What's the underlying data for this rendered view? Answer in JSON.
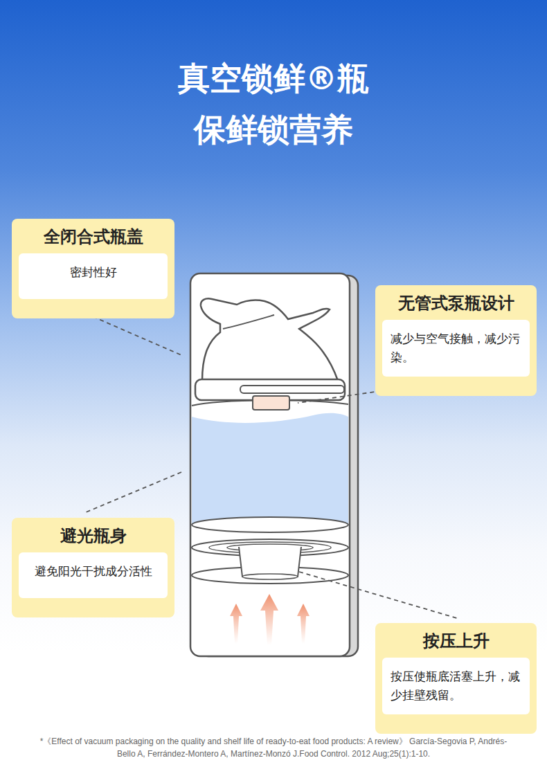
{
  "diagram": {
    "title": "真空锁鲜®瓶 保鲜锁营养",
    "caption": "*《Effect of vacuum packaging on the quality and shelf life of ready-to-eat food products: A review》 García-Segovia P, Andrés-Bello A, Ferrández-Montero A, Martínez-Monzó J.Food Control. 2012 Aug;25(1):1-10.",
    "nodes": [
      {
        "text": [
          "全闭合式瓶盖",
          "密封性好"
        ]
      },
      {
        "text": [
          "无管式泵瓶设计",
          "减少与空气接触，减少污染。"
        ]
      },
      {
        "text": [
          "避光瓶身",
          "避免阳光干扰成分活性"
        ]
      },
      {
        "text": [
          "按压上升",
          "按压使瓶底活塞上升，减少挂壁残留。"
        ]
      }
    ]
  }
}
